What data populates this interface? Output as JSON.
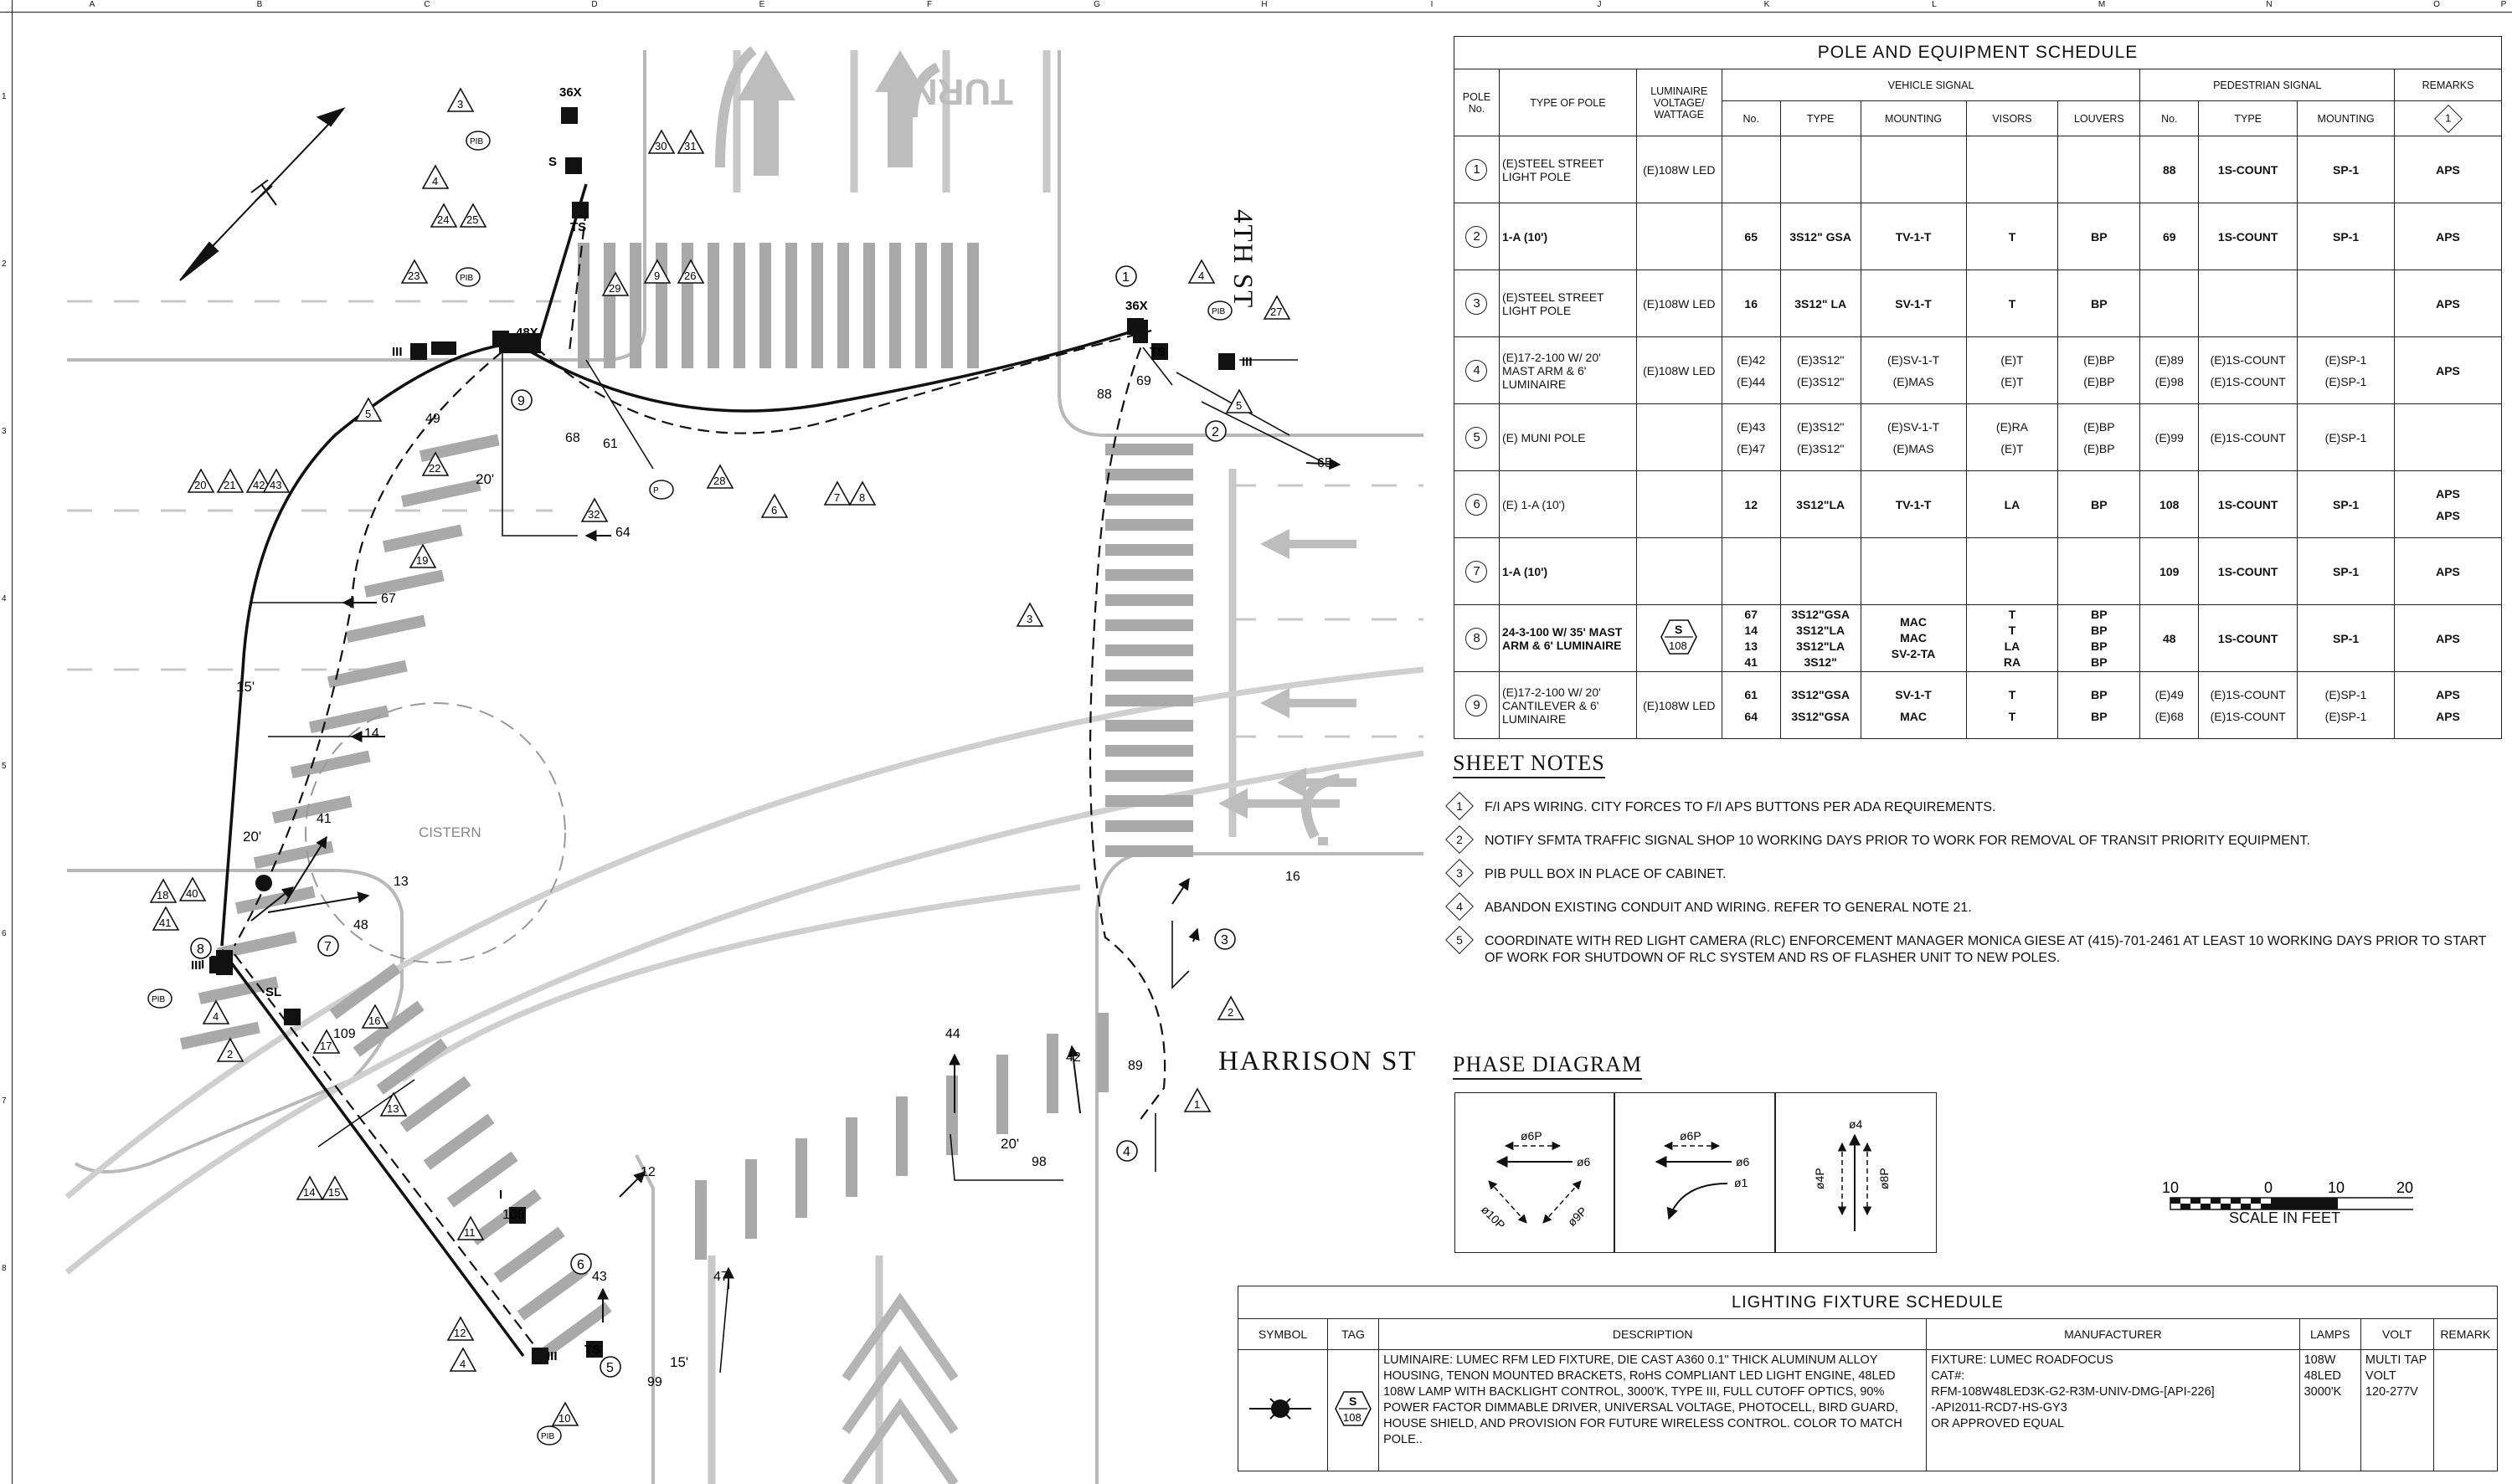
{
  "border": {
    "columns": [
      "A",
      "B",
      "C",
      "D",
      "E",
      "F",
      "G",
      "H",
      "I",
      "J",
      "K",
      "L",
      "M",
      "N",
      "O",
      "P"
    ],
    "rows": [
      "1",
      "2",
      "3",
      "4",
      "5",
      "6",
      "7",
      "8"
    ]
  },
  "streets": {
    "fourth": "4TH ST",
    "harrison": "HARRISON ST",
    "turn": "TURN",
    "cistern": "CISTERN"
  },
  "pole_schedule": {
    "title": "POLE AND EQUIPMENT SCHEDULE",
    "headers": {
      "pole_no": "POLE No.",
      "type_of_pole": "TYPE OF POLE",
      "luminaire": "LUMINAIRE VOLTAGE/ WATTAGE",
      "vehicle_signal": "VEHICLE SIGNAL",
      "ped_signal": "PEDESTRIAN SIGNAL",
      "remarks": "REMARKS",
      "no": "No.",
      "type": "TYPE",
      "mounting": "MOUNTING",
      "visors": "VISORS",
      "louvers": "LOUVERS",
      "ped_no": "No.",
      "ped_type": "TYPE",
      "ped_mounting": "MOUNTING",
      "remarks_note": "1"
    },
    "rows": [
      {
        "pole": "1",
        "type": "(E)STEEL STREET LIGHT POLE",
        "lum": "(E)108W LED",
        "vno": [],
        "vtype": [],
        "vmount": [],
        "visors": [],
        "louvers": [],
        "pno": [
          "88"
        ],
        "ptype": [
          "1S-COUNT"
        ],
        "pmount": [
          "SP-1"
        ],
        "remarks": [
          "APS"
        ]
      },
      {
        "pole": "2",
        "type": "1-A (10')",
        "lum": "",
        "vno": [
          "65"
        ],
        "vtype": [
          "3S12\" GSA"
        ],
        "vmount": [
          "TV-1-T"
        ],
        "visors": [
          "T"
        ],
        "louvers": [
          "BP"
        ],
        "pno": [
          "69"
        ],
        "ptype": [
          "1S-COUNT"
        ],
        "pmount": [
          "SP-1"
        ],
        "remarks": [
          "APS"
        ]
      },
      {
        "pole": "3",
        "type": "(E)STEEL STREET LIGHT POLE",
        "lum": "(E)108W LED",
        "vno": [
          "16"
        ],
        "vtype": [
          "3S12\" LA"
        ],
        "vmount": [
          "SV-1-T"
        ],
        "visors": [
          "T"
        ],
        "louvers": [
          "BP"
        ],
        "pno": [],
        "ptype": [],
        "pmount": [],
        "remarks": [
          "APS"
        ]
      },
      {
        "pole": "4",
        "type": "(E)17-2-100 W/ 20' MAST ARM & 6' LUMINAIRE",
        "lum": "(E)108W LED",
        "vno": [
          "(E)42",
          "(E)44"
        ],
        "vtype": [
          "(E)3S12\"",
          "(E)3S12\""
        ],
        "vmount": [
          "(E)SV-1-T",
          "(E)MAS"
        ],
        "visors": [
          "(E)T",
          "(E)T"
        ],
        "louvers": [
          "(E)BP",
          "(E)BP"
        ],
        "pno": [
          "(E)89",
          "(E)98"
        ],
        "ptype": [
          "(E)1S-COUNT",
          "(E)1S-COUNT"
        ],
        "pmount": [
          "(E)SP-1",
          "(E)SP-1"
        ],
        "remarks": [
          "APS"
        ]
      },
      {
        "pole": "5",
        "type": "(E) MUNI POLE",
        "lum": "",
        "vno": [
          "(E)43",
          "(E)47"
        ],
        "vtype": [
          "(E)3S12\"",
          "(E)3S12\""
        ],
        "vmount": [
          "(E)SV-1-T",
          "(E)MAS"
        ],
        "visors": [
          "(E)RA",
          "(E)T"
        ],
        "louvers": [
          "(E)BP",
          "(E)BP"
        ],
        "pno": [
          "(E)99"
        ],
        "ptype": [
          "(E)1S-COUNT"
        ],
        "pmount": [
          "(E)SP-1"
        ],
        "remarks": []
      },
      {
        "pole": "6",
        "type": "(E) 1-A (10')",
        "lum": "",
        "vno": [
          "12"
        ],
        "vtype": [
          "3S12\"LA"
        ],
        "vmount": [
          "TV-1-T"
        ],
        "visors": [
          "LA"
        ],
        "louvers": [
          "BP"
        ],
        "pno": [
          "108"
        ],
        "ptype": [
          "1S-COUNT"
        ],
        "pmount": [
          "SP-1"
        ],
        "remarks": [
          "APS",
          "APS"
        ]
      },
      {
        "pole": "7",
        "type": "1-A (10')",
        "lum": "",
        "vno": [],
        "vtype": [],
        "vmount": [],
        "visors": [],
        "louvers": [],
        "pno": [
          "109"
        ],
        "ptype": [
          "1S-COUNT"
        ],
        "pmount": [
          "SP-1"
        ],
        "remarks": [
          "APS"
        ]
      },
      {
        "pole": "8",
        "type": "24-3-100 W/ 35' MAST ARM & 6' LUMINAIRE",
        "lum": "S 108",
        "vno": [
          "67",
          "14",
          "13",
          "41"
        ],
        "vtype": [
          "3S12\"GSA",
          "3S12\"LA",
          "3S12\"LA",
          "3S12\""
        ],
        "vmount": [
          "MAC",
          "MAC",
          "",
          "SV-2-TA"
        ],
        "visors": [
          "T",
          "T",
          "LA",
          "RA"
        ],
        "louvers": [
          "BP",
          "BP",
          "BP",
          "BP"
        ],
        "pno": [
          "48"
        ],
        "ptype": [
          "1S-COUNT"
        ],
        "pmount": [
          "SP-1"
        ],
        "remarks": [
          "APS"
        ]
      },
      {
        "pole": "9",
        "type": "(E)17-2-100 W/ 20' CANTILEVER & 6' LUMINAIRE",
        "lum": "(E)108W LED",
        "vno": [
          "61",
          "64"
        ],
        "vtype": [
          "3S12\"GSA",
          "3S12\"GSA"
        ],
        "vmount": [
          "SV-1-T",
          "MAC"
        ],
        "visors": [
          "T",
          "T"
        ],
        "louvers": [
          "BP",
          "BP"
        ],
        "pno": [
          "(E)49",
          "(E)68"
        ],
        "ptype": [
          "(E)1S-COUNT",
          "(E)1S-COUNT"
        ],
        "pmount": [
          "(E)SP-1",
          "(E)SP-1"
        ],
        "remarks": [
          "APS",
          "APS"
        ]
      }
    ]
  },
  "sheet_notes": {
    "title": "SHEET NOTES",
    "items": [
      {
        "num": "1",
        "text": "F/I APS WIRING. CITY FORCES TO F/I APS BUTTONS PER ADA REQUIREMENTS."
      },
      {
        "num": "2",
        "text": "NOTIFY SFMTA TRAFFIC SIGNAL SHOP 10 WORKING DAYS PRIOR TO WORK FOR REMOVAL OF TRANSIT PRIORITY EQUIPMENT."
      },
      {
        "num": "3",
        "text": "PIB PULL BOX IN PLACE OF CABINET."
      },
      {
        "num": "4",
        "text": "ABANDON EXISTING CONDUIT AND WIRING. REFER TO GENERAL NOTE 21."
      },
      {
        "num": "5",
        "text": "COORDINATE WITH RED LIGHT CAMERA (RLC) ENFORCEMENT MANAGER MONICA GIESE AT (415)-701-2461 AT LEAST 10 WORKING DAYS PRIOR TO START OF WORK FOR SHUTDOWN OF RLC SYSTEM AND RS OF FLASHER UNIT TO NEW POLES."
      }
    ]
  },
  "phase_diagram": {
    "title": "PHASE DIAGRAM",
    "p1": {
      "a": "ø6P",
      "b": "ø6",
      "c": "ø10P",
      "d": "ø9P"
    },
    "p2": {
      "a": "ø6P",
      "b": "ø6",
      "c": "ø1"
    },
    "p3": {
      "a": "ø4",
      "b": "ø4P",
      "c": "ø8P"
    }
  },
  "scale": {
    "ticks": [
      "10",
      "0",
      "10",
      "20"
    ],
    "label": "SCALE IN FEET"
  },
  "lighting": {
    "title": "LIGHTING FIXTURE SCHEDULE",
    "headers": {
      "symbol": "SYMBOL",
      "tag": "TAG",
      "description": "DESCRIPTION",
      "manufacturer": "MANUFACTURER",
      "lamps": "LAMPS",
      "volt": "VOLT",
      "remark": "REMARK"
    },
    "tag_top": "S",
    "tag_bottom": "108",
    "description": "LUMINAIRE: LUMEC RFM LED FIXTURE, DIE CAST A360 0.1\" THICK ALUMINUM ALLOY HOUSING, TENON MOUNTED BRACKETS, RoHS COMPLIANT LED LIGHT ENGINE, 48LED 108W LAMP WITH BACKLIGHT CONTROL, 3000'K, TYPE III, FULL CUTOFF OPTICS, 90% POWER FACTOR DIMMABLE DRIVER, UNIVERSAL VOLTAGE, PHOTOCELL, BIRD GUARD, HOUSE SHIELD, AND PROVISION FOR FUTURE WIRELESS CONTROL. COLOR TO MATCH POLE..",
    "manufacturer": [
      "FIXTURE: LUMEC ROADFOCUS",
      "CAT#:",
      "RFM-108W48LED3K-G2-R3M-UNIV-DMG-[API-226]",
      "-API2011-RCD7-HS-GY3",
      "OR APPROVED EQUAL"
    ],
    "lamps": [
      "108W",
      "48LED",
      "3000'K"
    ],
    "volt": [
      "MULTI TAP",
      "VOLT",
      "120-277V"
    ],
    "remark": ""
  },
  "plan_labels": {
    "poles": [
      "1",
      "2",
      "3",
      "4",
      "5",
      "6",
      "7",
      "8",
      "9"
    ],
    "signals": [
      "65",
      "16",
      "42",
      "44",
      "89",
      "98",
      "41",
      "13",
      "48",
      "109",
      "12",
      "108",
      "43",
      "99",
      "47",
      "14",
      "67",
      "61",
      "64",
      "68",
      "49",
      "88",
      "69"
    ],
    "equip": [
      "36X",
      "36X",
      "48X",
      "S",
      "TS",
      "TS",
      "TS",
      "SL",
      "I",
      "I",
      "III",
      "III",
      "III",
      "III",
      "PIB",
      "PIB",
      "PIB",
      "PIB",
      "PIB",
      "P"
    ],
    "dims": [
      "20'",
      "15'",
      "20'",
      "20'",
      "15'"
    ],
    "note_tris": [
      "3",
      "4",
      "24",
      "25",
      "30",
      "31",
      "29",
      "9",
      "26",
      "23",
      "5",
      "22",
      "19",
      "20",
      "21",
      "42",
      "43",
      "28",
      "6",
      "7",
      "8",
      "32",
      "27",
      "4",
      "5",
      "3",
      "1",
      "18",
      "40",
      "41",
      "4",
      "2",
      "16",
      "17",
      "13",
      "14",
      "15",
      "11",
      "12",
      "4",
      "10",
      "2"
    ]
  },
  "colors": {
    "ink": "#111111",
    "road": "#c9c9c9",
    "stripe": "#a9a9a9",
    "dash": "#777777"
  }
}
